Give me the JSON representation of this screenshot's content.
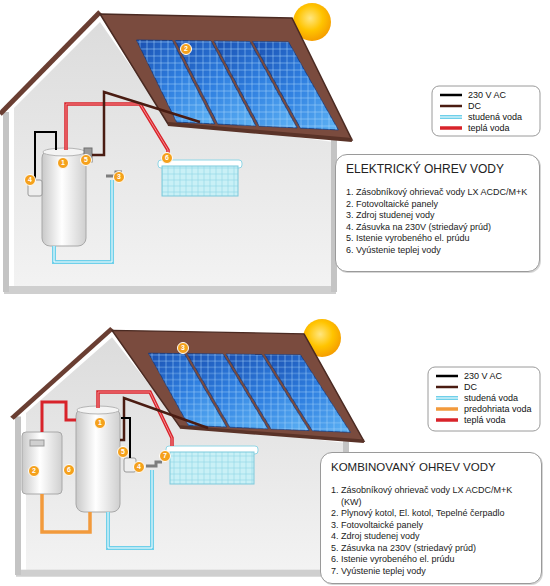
{
  "diagram": {
    "nodes": [
      {
        "text": [
          "ELEKTRICKÝ OHREV VODY",
          "1. Zásobníkový ohrievač vody LX ACDC/M+K",
          "2. Fotovoltaické panely",
          "3. Zdroj studenej vody",
          "4. Zásuvka na 230V (striedavý prúd)",
          "5. Istenie vyrobeného el. prúdu",
          "6. Vyústenie teplej vody"
        ]
      },
      {
        "text": [
          "KOMBINOVANÝ OHREV VODY",
          "1. Zásobníkový ohrievač vody LX ACDC/M+K (KW)",
          "2. Plynový kotol, El. kotol, Tepelné čerpadlo",
          "3. Fotovoltaické panely",
          "4. Zdroj studenej vody",
          "5. Zásuvka na 230V (striedavý prúd)",
          "6. Istenie vyrobeného el. prúdu",
          "7. Vyústenie teplej vody"
        ]
      }
    ],
    "labels": [
      "1",
      "2",
      "3",
      "4",
      "5",
      "6",
      "1",
      "2",
      "3",
      "4",
      "5",
      "6",
      "7"
    ],
    "legend": [
      {
        "text": "230 V AC"
      },
      {
        "text": "DC"
      },
      {
        "text": "studená voda"
      },
      {
        "text": "teplá voda"
      },
      {
        "text": "230 V AC"
      },
      {
        "text": "DC"
      },
      {
        "text": "studená voda"
      },
      {
        "text": "predohriata voda"
      },
      {
        "text": "teplá voda"
      }
    ]
  }
}
